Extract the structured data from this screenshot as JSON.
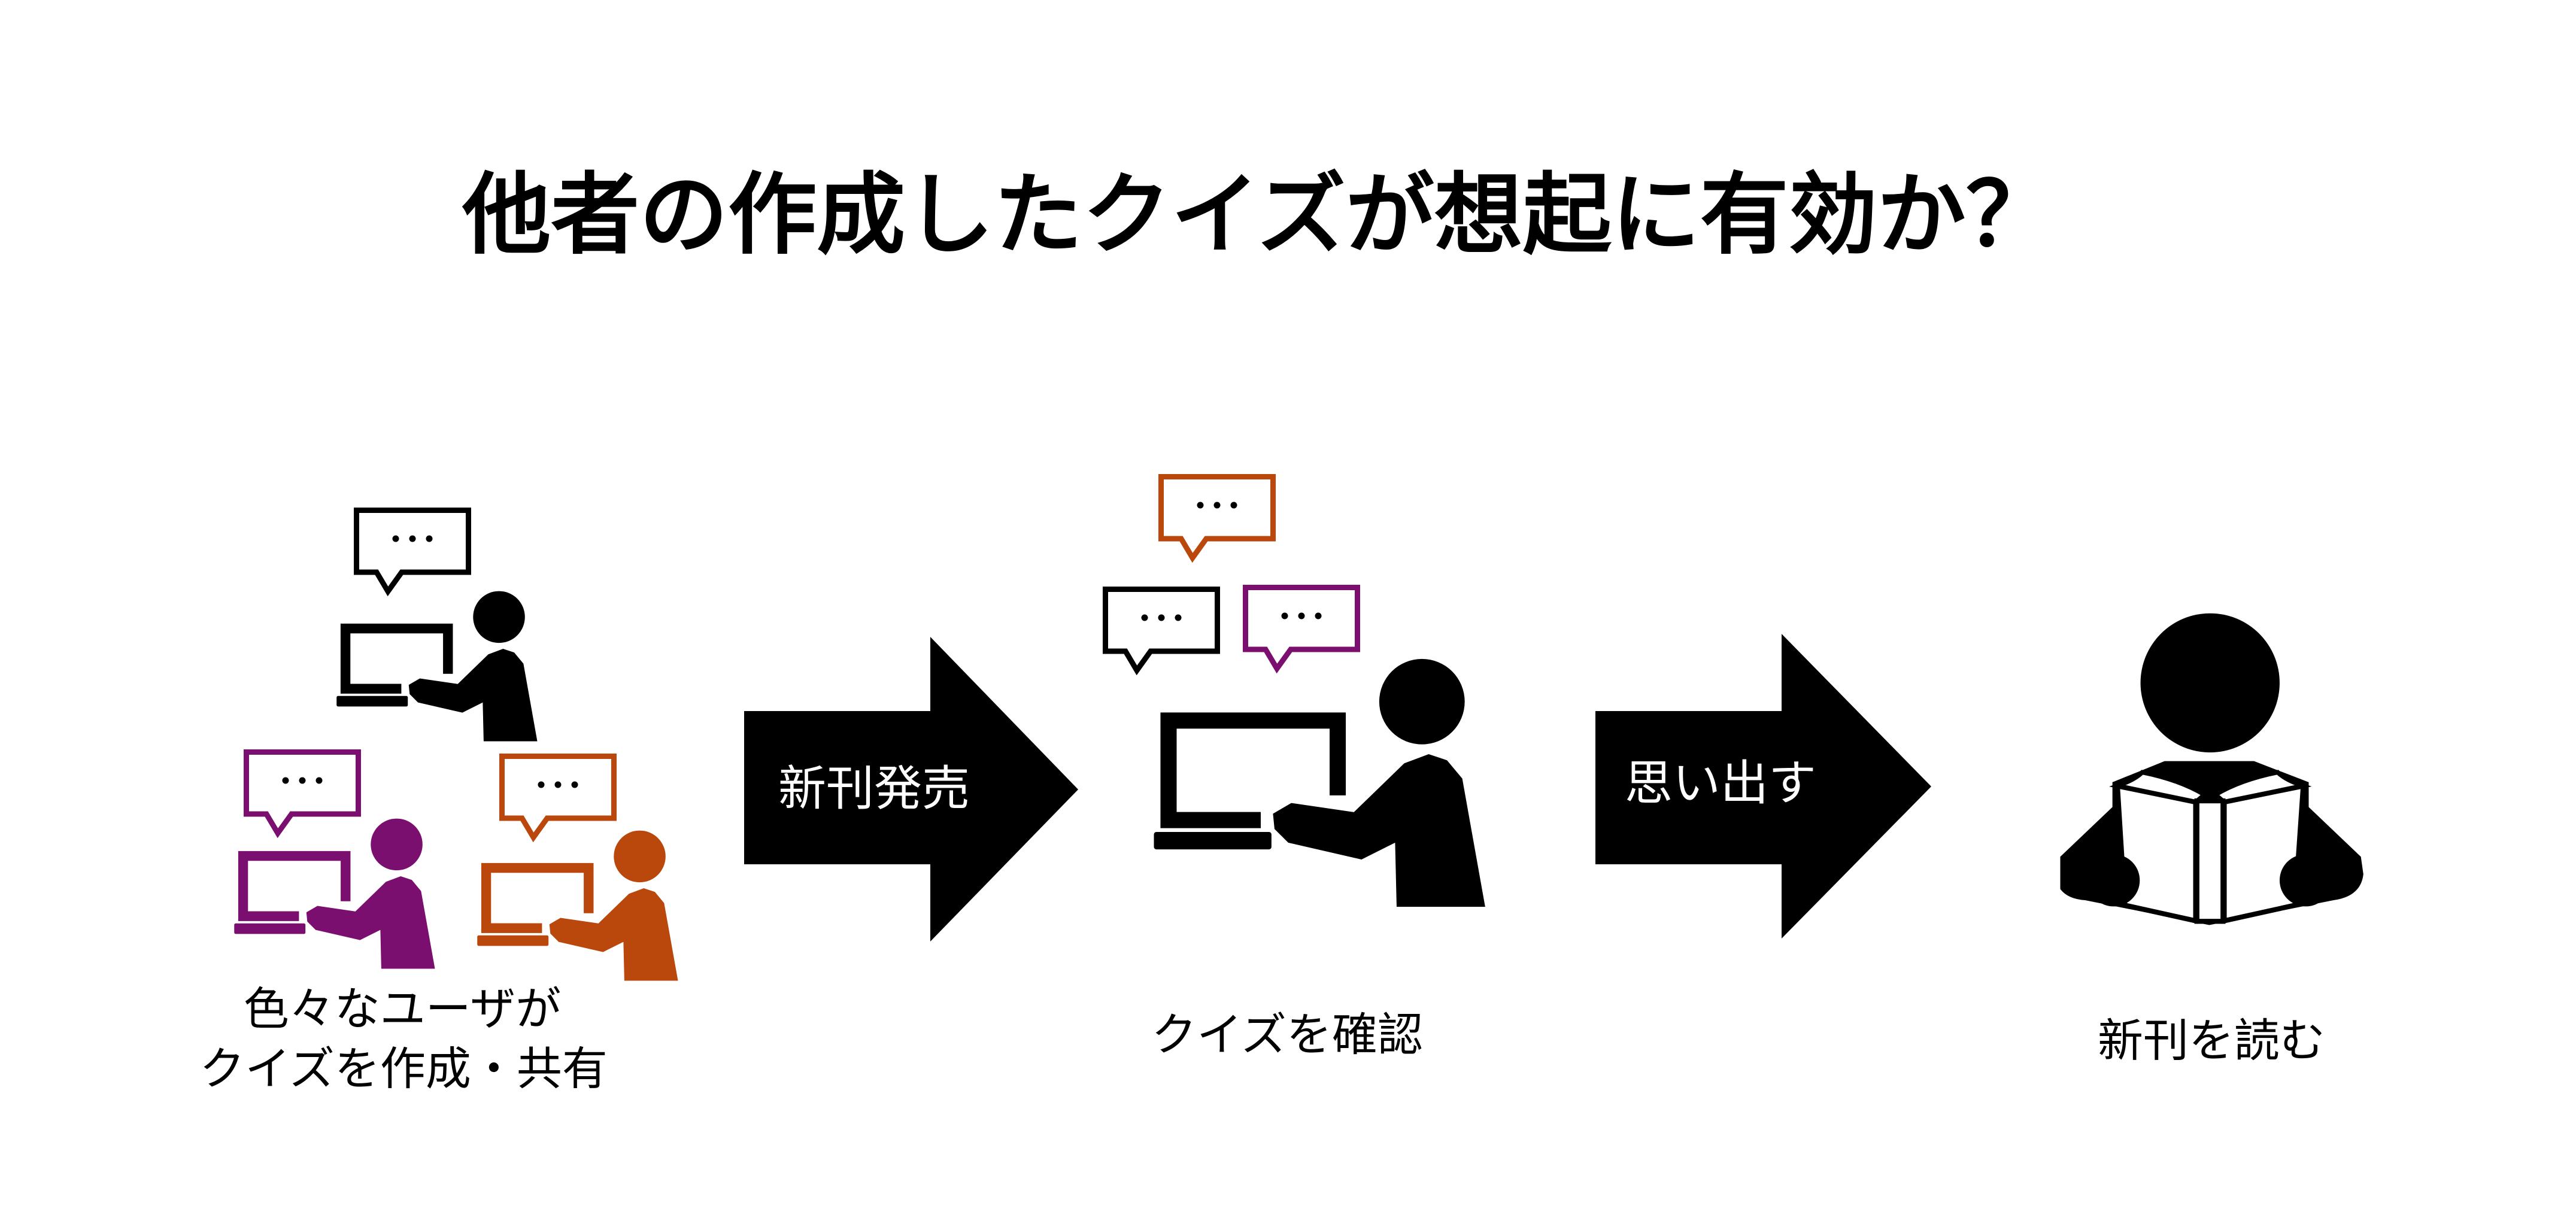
{
  "title": "他者の作成したクイズが想起に有効か？",
  "colors": {
    "black": "#000000",
    "purple": "#7B0F6F",
    "orange": "#BA470C"
  },
  "steps": [
    {
      "caption_lines": [
        "色々なユーザが",
        "クイズを作成・共有"
      ]
    },
    {
      "caption_lines": [
        "クイズを確認"
      ]
    },
    {
      "caption_lines": [
        "新刊を読む"
      ]
    }
  ],
  "arrows": [
    {
      "label": "新刊発売"
    },
    {
      "label": "思い出す"
    }
  ],
  "icons": [
    "speech-bubble-icon",
    "person-at-laptop-icon",
    "person-reading-book-icon",
    "arrow-right-icon"
  ]
}
